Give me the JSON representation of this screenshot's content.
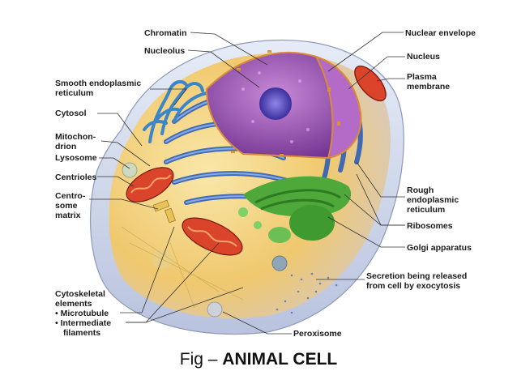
{
  "labels": {
    "chromatin": "Chromatin",
    "nucleolus": "Nucleolus",
    "smooth_er_1": "Smooth endoplasmic",
    "smooth_er_2": "reticulum",
    "cytosol": "Cytosol",
    "mito_1": "Mitochon-",
    "mito_2": "drion",
    "lysosome": "Lysosome",
    "centrioles": "Centrioles",
    "centro_1": "Centro-",
    "centro_2": "some",
    "centro_3": "matrix",
    "cyto_1": "Cytoskeletal",
    "cyto_2": "elements",
    "microtubule": "• Microtubule",
    "intermediate_1": "• Intermediate",
    "intermediate_2": "filaments",
    "nuclear_envelope": "Nuclear envelope",
    "nucleus": "Nucleus",
    "plasma_1": "Plasma",
    "plasma_2": "membrane",
    "rough_er_1": "Rough",
    "rough_er_2": "endoplasmic",
    "rough_er_3": "reticulum",
    "ribosomes": "Ribosomes",
    "golgi": "Golgi apparatus",
    "secretion_1": "Secretion being released",
    "secretion_2": "from cell by exocytosis",
    "peroxisome": "Peroxisome"
  },
  "caption": {
    "prefix": "Fig – ",
    "title": "ANIMAL CELL"
  },
  "colors": {
    "cytoplasm": "#f4d27a",
    "nucleus": "#9a4fb0",
    "rough_er": "#3a6fc4",
    "golgi": "#4fa83a",
    "mitochondrion": "#d9442a",
    "smooth_er": "#3b86c9",
    "membrane": "#c9d3ea"
  }
}
